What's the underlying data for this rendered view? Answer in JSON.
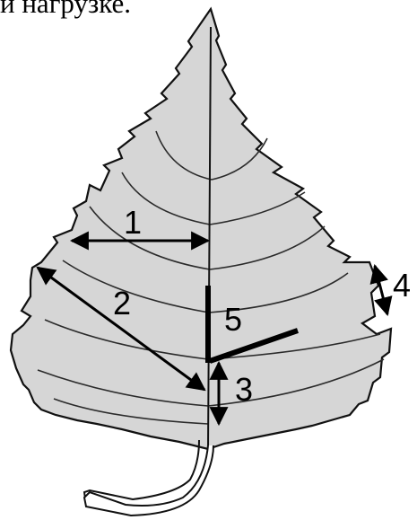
{
  "caption": "й нагрузке.",
  "labels": [
    "1",
    "2",
    "3",
    "4",
    "5"
  ],
  "colors": {
    "leaf_fill": "#d6d6d6",
    "outline": "#111111",
    "vein": "#2b2b2b"
  },
  "icons": [
    "birch-leaf-icon",
    "double-arrow-icon"
  ]
}
